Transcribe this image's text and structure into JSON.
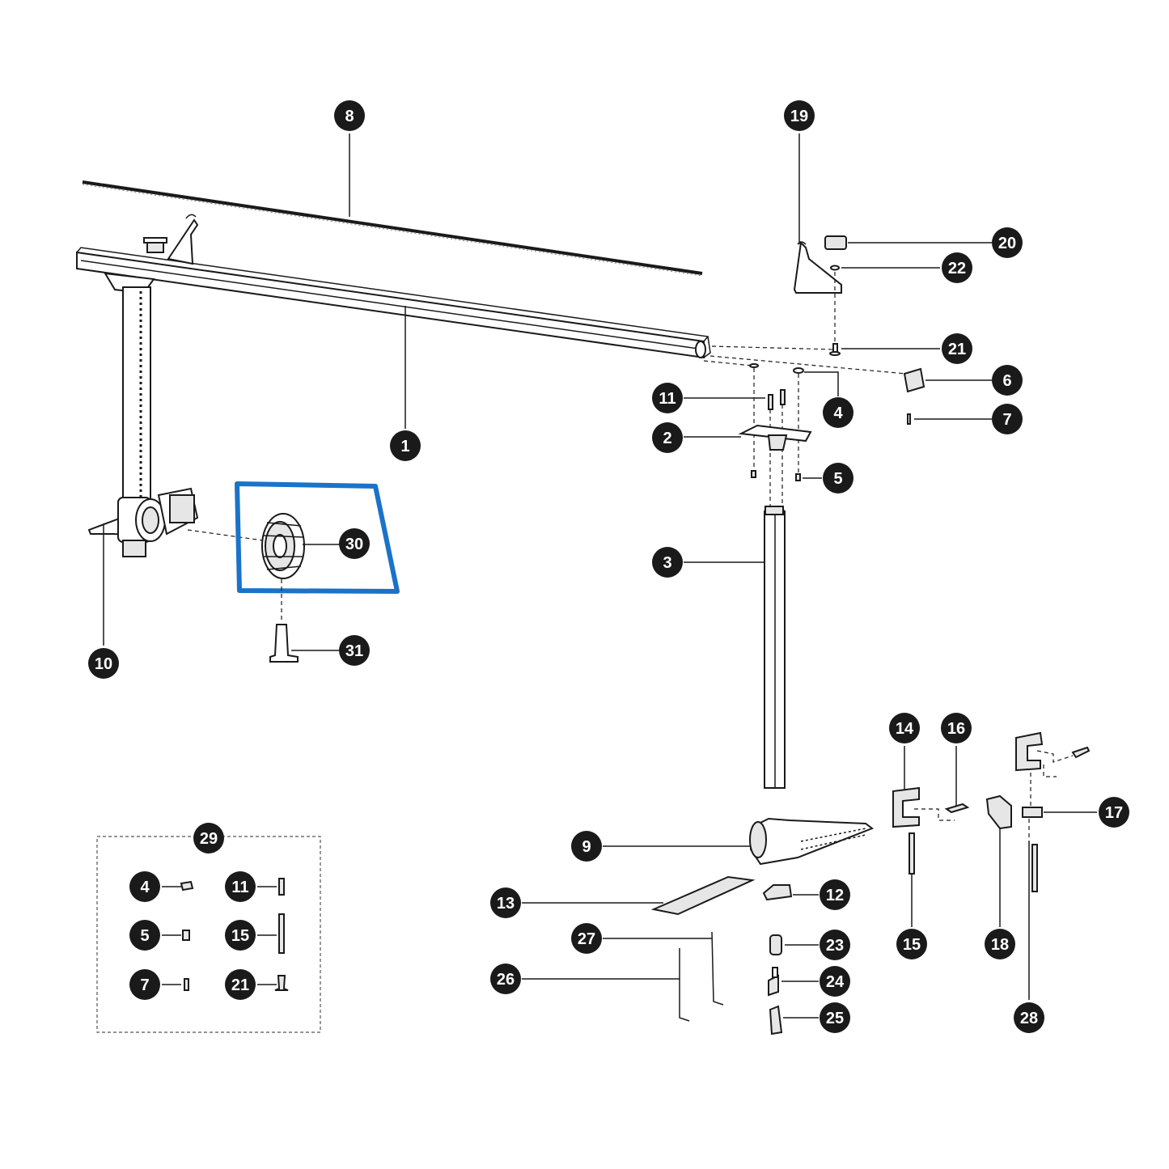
{
  "colors": {
    "callout_fill": "#1a1a1a",
    "callout_text": "#ffffff",
    "highlight": "#1a73c9",
    "line": "#1a1a1a"
  },
  "highlighted_part": "30",
  "kit_label": "29",
  "callouts": [
    "1",
    "2",
    "3",
    "4",
    "5",
    "6",
    "7",
    "8",
    "9",
    "10",
    "11",
    "12",
    "13",
    "14",
    "15",
    "16",
    "17",
    "18",
    "19",
    "20",
    "21",
    "22",
    "23",
    "24",
    "25",
    "26",
    "27",
    "28",
    "30",
    "31"
  ],
  "kit_callouts": [
    "4",
    "11",
    "5",
    "15",
    "7",
    "21"
  ]
}
